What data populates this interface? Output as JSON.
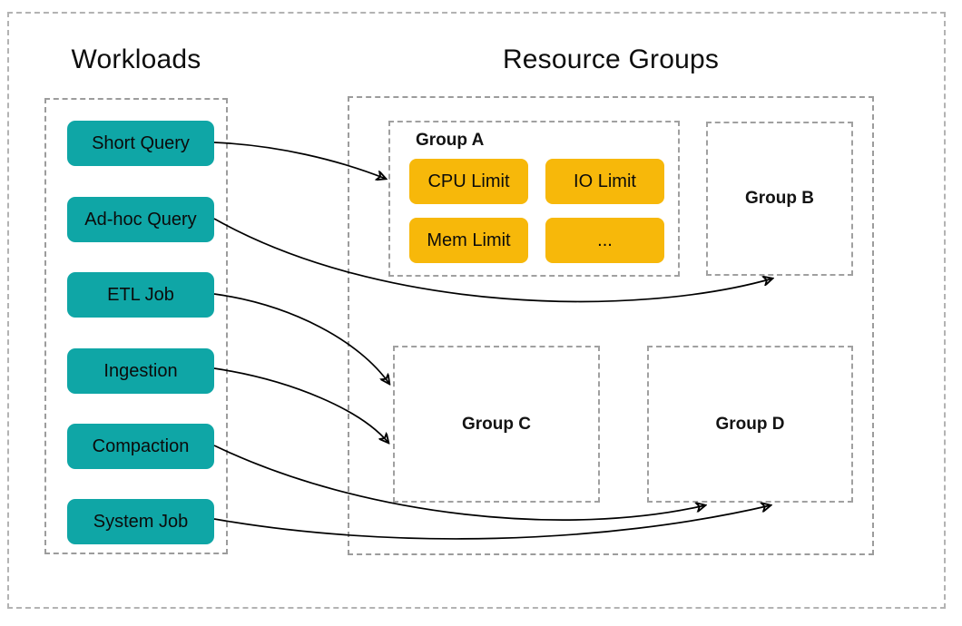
{
  "diagram": {
    "workloads": {
      "title": "Workloads",
      "items": [
        {
          "label": "Short Query"
        },
        {
          "label": "Ad-hoc Query"
        },
        {
          "label": "ETL Job"
        },
        {
          "label": "Ingestion"
        },
        {
          "label": "Compaction"
        },
        {
          "label": "System Job"
        }
      ]
    },
    "resource_groups": {
      "title": "Resource Groups",
      "groups": [
        {
          "name": "Group A",
          "limits": [
            "CPU Limit",
            "IO Limit",
            "Mem Limit",
            "..."
          ]
        },
        {
          "name": "Group B"
        },
        {
          "name": "Group C"
        },
        {
          "name": "Group D"
        }
      ]
    },
    "edges": [
      {
        "from": "Short Query",
        "to": "Group A"
      },
      {
        "from": "Ad-hoc Query",
        "to": "Group B"
      },
      {
        "from": "ETL Job",
        "to": "Group C"
      },
      {
        "from": "Ingestion",
        "to": "Group C"
      },
      {
        "from": "Compaction",
        "to": "Group D"
      },
      {
        "from": "System Job",
        "to": "Group D"
      }
    ],
    "colors": {
      "workload_box": "#0fa6a6",
      "limit_box": "#f7b80a",
      "dashed_border": "#9c9c9c",
      "arrow": "#000000",
      "background": "#ffffff"
    }
  }
}
